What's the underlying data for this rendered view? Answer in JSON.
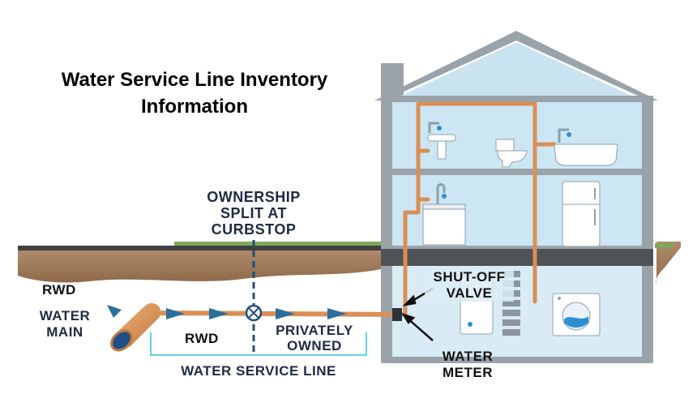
{
  "title": {
    "line1": "Water Service Line Inventory",
    "line2": "Information"
  },
  "labels": {
    "ownership_split": [
      "OWNERSHIP",
      "SPLIT AT",
      "CURBSTOP"
    ],
    "rwd_top": "RWD",
    "rwd_bottom": "RWD",
    "water_main": [
      "WATER",
      "MAIN"
    ],
    "privately_owned": [
      "PRIVATELY",
      "OWNED"
    ],
    "water_service_line": "WATER SERVICE LINE",
    "shutoff_valve": [
      "SHUT-OFF",
      "VALVE"
    ],
    "water_meter": [
      "WATER",
      "METER"
    ]
  },
  "colors": {
    "house_fill": "#cde6f3",
    "house_wall": "#9aa3aa",
    "roof": "#9aa3aa",
    "soil": "#a27e5e",
    "pipe": "#d98f55",
    "flow_arrow": "#2d6f9c",
    "basement": "#d9ecf5",
    "floor_band": "#4f5355"
  },
  "icons": [
    "sink-icon",
    "toilet-icon",
    "bathtub-icon",
    "kitchen-sink-icon",
    "refrigerator-icon",
    "water-heater-icon",
    "washing-machine-icon",
    "curb-stop-valve-icon",
    "water-main-pipe-icon"
  ]
}
